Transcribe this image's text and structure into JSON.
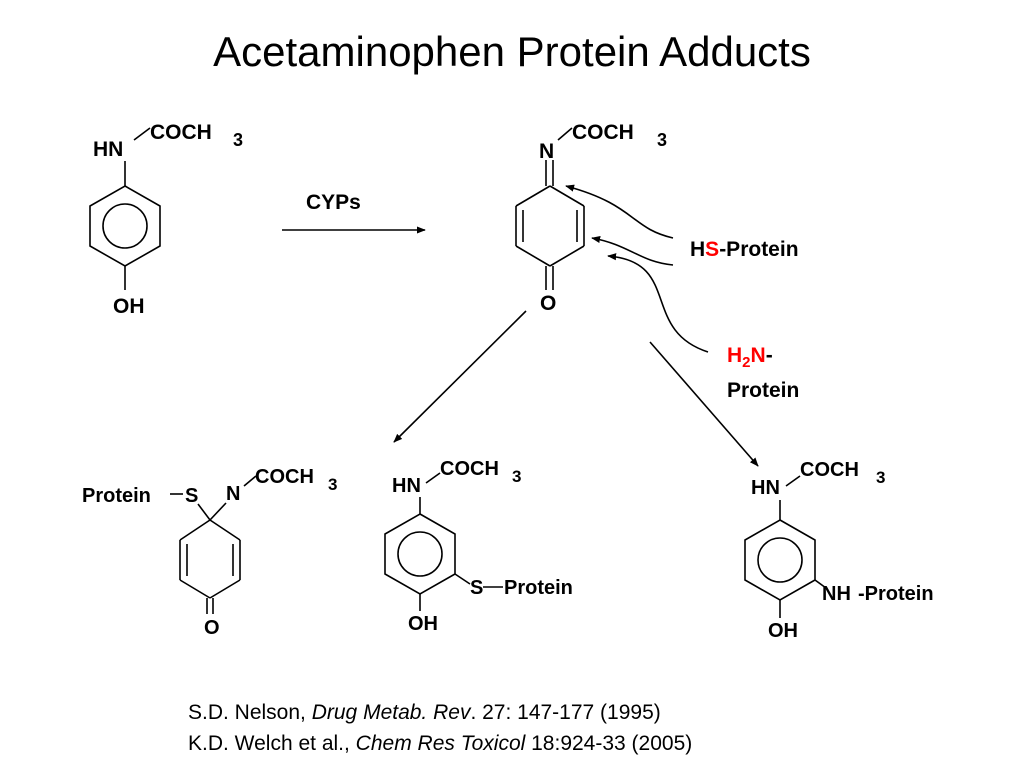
{
  "title": "Acetaminophen Protein Adducts",
  "colors": {
    "text": "#000000",
    "highlight": "#ff0000",
    "background": "#ffffff"
  },
  "labels": {
    "hn": "HN",
    "n": "N",
    "coch": "COCH",
    "sub3": "3",
    "oh": "OH",
    "o": "O",
    "cyps": "CYPs",
    "s": "S",
    "nh": "NH",
    "protein": "Protein",
    "protein_dash": "-Protein",
    "h": "H",
    "h2n_h": "H",
    "h2n_sub": "2",
    "h2n_n": "N",
    "dash": "-"
  },
  "references": [
    {
      "pre": "S.D. Nelson, ",
      "journal": "Drug Metab. Rev",
      "post": ". 27: 147-177 (1995)"
    },
    {
      "pre": "K.D. Welch et al., ",
      "journal": "Chem Res Toxicol",
      "post": " 18:924-33 (2005)"
    }
  ]
}
